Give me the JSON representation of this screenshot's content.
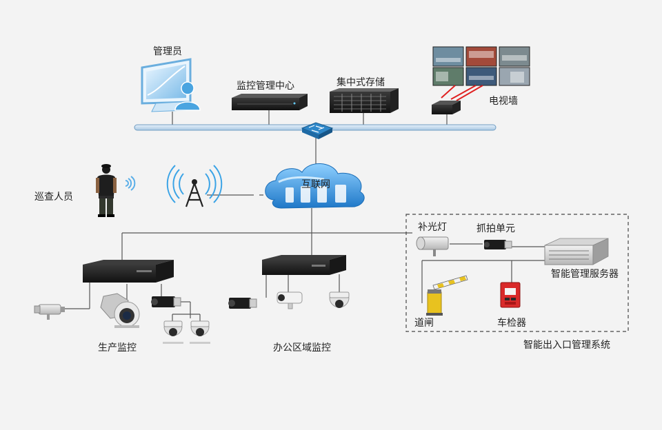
{
  "labels": {
    "admin": "管理员",
    "monitor_center": "监控管理中心",
    "central_storage": "集中式存储",
    "video_wall": "电视墙",
    "patrol": "巡查人员",
    "internet": "互联网",
    "fill_light": "补光灯",
    "capture_unit": "抓拍单元",
    "smart_server": "智能管理服务器",
    "barrier": "道闸",
    "vehicle_detector": "车检器",
    "entrance_system": "智能出入口管理系统",
    "production_monitor": "生产监控",
    "office_monitor": "办公区域监控"
  },
  "colors": {
    "bus_fill": "#cfe3f3",
    "bus_stroke": "#6f9cc2",
    "line": "#555555",
    "dashed_box": "#444444",
    "cloud": "#2f8fd8",
    "nvr": "#1d1d1d",
    "barrier_stripe": "#e8c21f",
    "detector": "#d92a2a",
    "cable_red": "#e02020"
  },
  "icons": {
    "admin": "desktop-monitor-user-icon",
    "monitor_center": "rack-server-icon",
    "central_storage": "storage-array-icon",
    "video_wall": "video-wall-icon",
    "switch": "network-switch-icon",
    "patrol": "security-guard-icon",
    "wireless": "radio-tower-icon",
    "internet": "cloud-icon",
    "camera": "box-camera-icon",
    "dome": "dome-camera-icon",
    "ptz": "ptz-camera-icon",
    "barrier": "barrier-gate-icon",
    "detector": "vehicle-detector-icon"
  }
}
